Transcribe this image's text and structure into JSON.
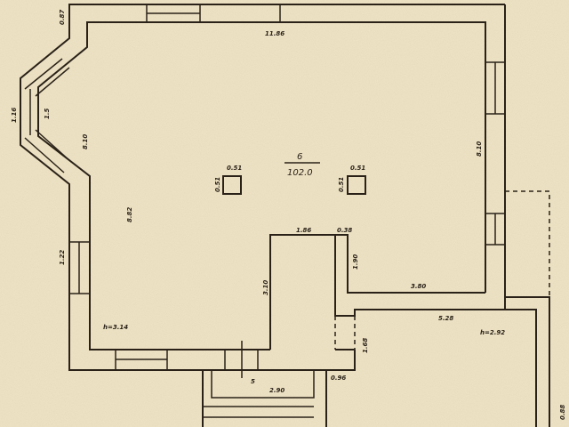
{
  "plan": {
    "room_number": "6",
    "room_area": "102.0",
    "dimensions": {
      "bay_top": "0.87",
      "top_wall": "11.86",
      "bay_outer": "1.16",
      "bay_inner": "1.5",
      "left_upper": "8.10",
      "left_inner": "8.82",
      "left_window": "1.22",
      "column_left_w": "0.51",
      "column_left_h": "0.51",
      "column_right_w": "0.51",
      "column_right_h": "0.51",
      "right_wall": "8.10",
      "partition_top": "1.86",
      "partition_gap": "0.38",
      "partition_drop": "1.90",
      "partition_height": "3.10",
      "partition_bottom": "3.80",
      "annex_top": "5.28",
      "passage": "1.68",
      "porch_side": "0.96",
      "porch_width": "2.90",
      "annex_right": "0.88"
    },
    "main_height": "h=3.14",
    "annex_height": "h=2.92",
    "porch_number": "5"
  },
  "colors": {
    "paper": "#efe4c6",
    "ink": "#2a2218"
  }
}
